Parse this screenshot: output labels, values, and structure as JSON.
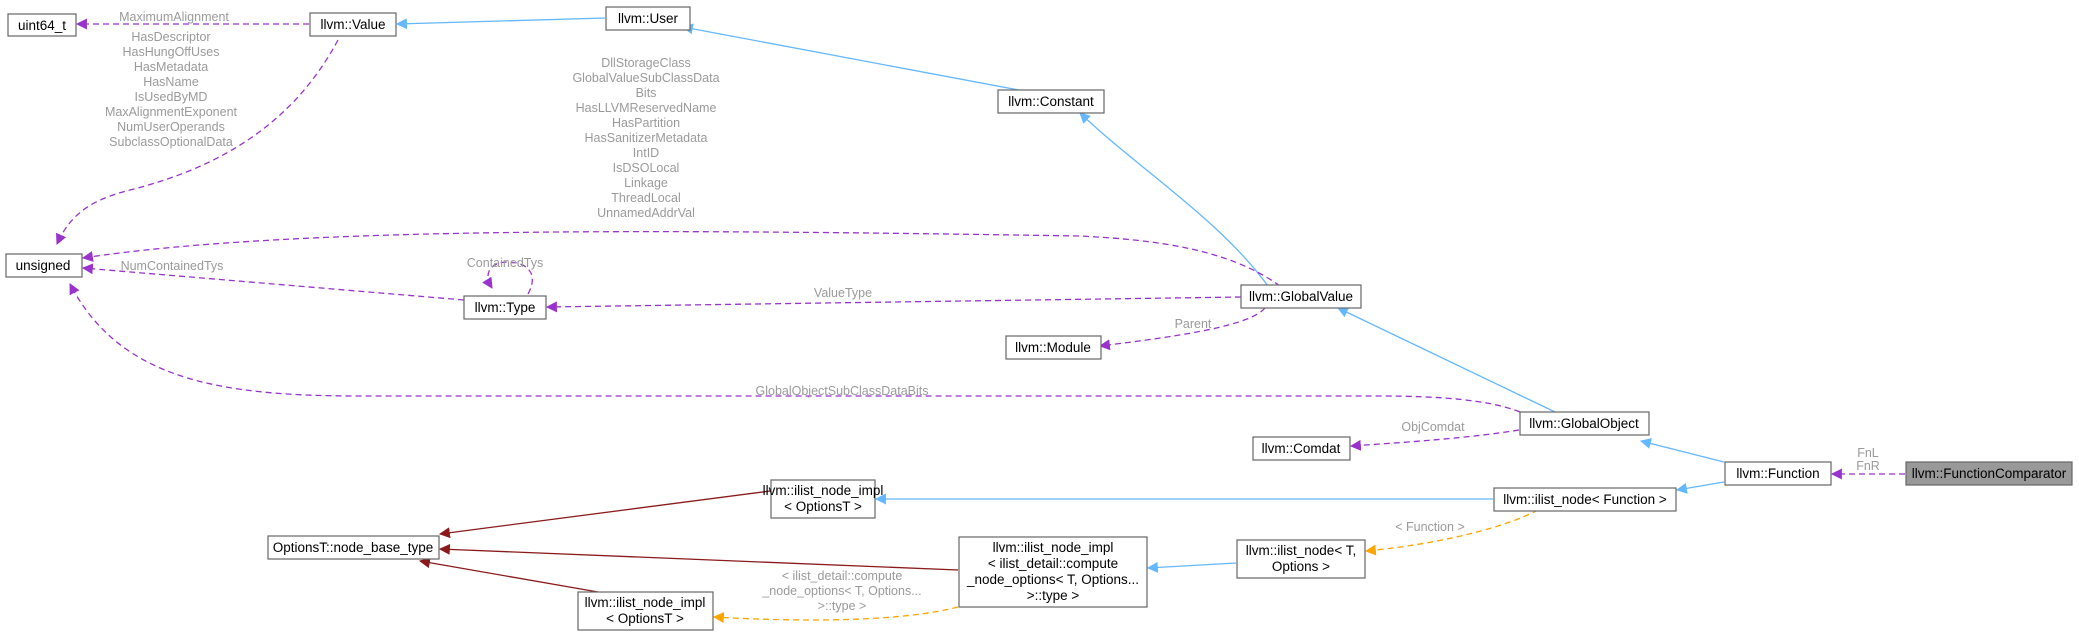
{
  "colors": {
    "inheritance": "#63b8ff",
    "usage": "#9a32cd",
    "template": "#ffa500",
    "private_inheritance": "#8b1a1a",
    "node_border": "#666666",
    "focus_fill": "#999999",
    "label": "#9a9a9a"
  },
  "nodes": {
    "uint64": {
      "lines": [
        "uint64_t"
      ]
    },
    "value": {
      "lines": [
        "llvm::Value"
      ]
    },
    "user": {
      "lines": [
        "llvm::User"
      ]
    },
    "constant": {
      "lines": [
        "llvm::Constant"
      ]
    },
    "unsigned": {
      "lines": [
        "unsigned"
      ]
    },
    "type": {
      "lines": [
        "llvm::Type"
      ]
    },
    "globalvalue": {
      "lines": [
        "llvm::GlobalValue"
      ]
    },
    "module": {
      "lines": [
        "llvm::Module"
      ]
    },
    "globalobject": {
      "lines": [
        "llvm::GlobalObject"
      ]
    },
    "comdat": {
      "lines": [
        "llvm::Comdat"
      ]
    },
    "function": {
      "lines": [
        "llvm::Function"
      ]
    },
    "comparator": {
      "lines": [
        "llvm::FunctionComparator"
      ]
    },
    "ilistnodefn": {
      "lines": [
        "llvm::ilist_node< Function >"
      ]
    },
    "ilistimpl1": {
      "lines": [
        "llvm::ilist_node_impl",
        "< OptionsT >"
      ]
    },
    "nodebase": {
      "lines": [
        "OptionsT::node_base_type"
      ]
    },
    "ilistimpl2": {
      "lines": [
        "llvm::ilist_node_impl",
        "< ilist_detail::compute",
        "_node_options< T, Options...",
        ">::type >"
      ]
    },
    "ilistnodeT": {
      "lines": [
        "llvm::ilist_node< T,",
        "Options >"
      ]
    },
    "ilistimpl3": {
      "lines": [
        "llvm::ilist_node_impl",
        "< OptionsT >"
      ]
    }
  },
  "edge_labels": {
    "max_alignment": [
      "MaximumAlignment"
    ],
    "value_unsigned": [
      "HasDescriptor",
      "HasHungOffUses",
      "HasMetadata",
      "HasName",
      "IsUsedByMD",
      "MaxAlignmentExponent",
      "NumUserOperands",
      "SubclassOptionalData"
    ],
    "gv_unsigned": [
      "DllStorageClass",
      "GlobalValueSubClassData",
      "Bits",
      "HasLLVMReservedName",
      "HasPartition",
      "HasSanitizerMetadata",
      "IntID",
      "IsDSOLocal",
      "Linkage",
      "ThreadLocal",
      "UnnamedAddrVal"
    ],
    "contained_tys": [
      "ContainedTys"
    ],
    "num_contained": [
      "NumContainedTys"
    ],
    "value_type": [
      "ValueType"
    ],
    "parent": [
      "Parent"
    ],
    "go_subclass": [
      "GlobalObjectSubClassDataBits"
    ],
    "obj_comdat": [
      "ObjComdat"
    ],
    "fn_lr": [
      "FnL",
      "FnR"
    ],
    "tpl_function": [
      "< Function >"
    ],
    "tpl_compute": [
      "< ilist_detail::compute",
      "_node_options< T, Options...",
      ">::type >"
    ]
  }
}
